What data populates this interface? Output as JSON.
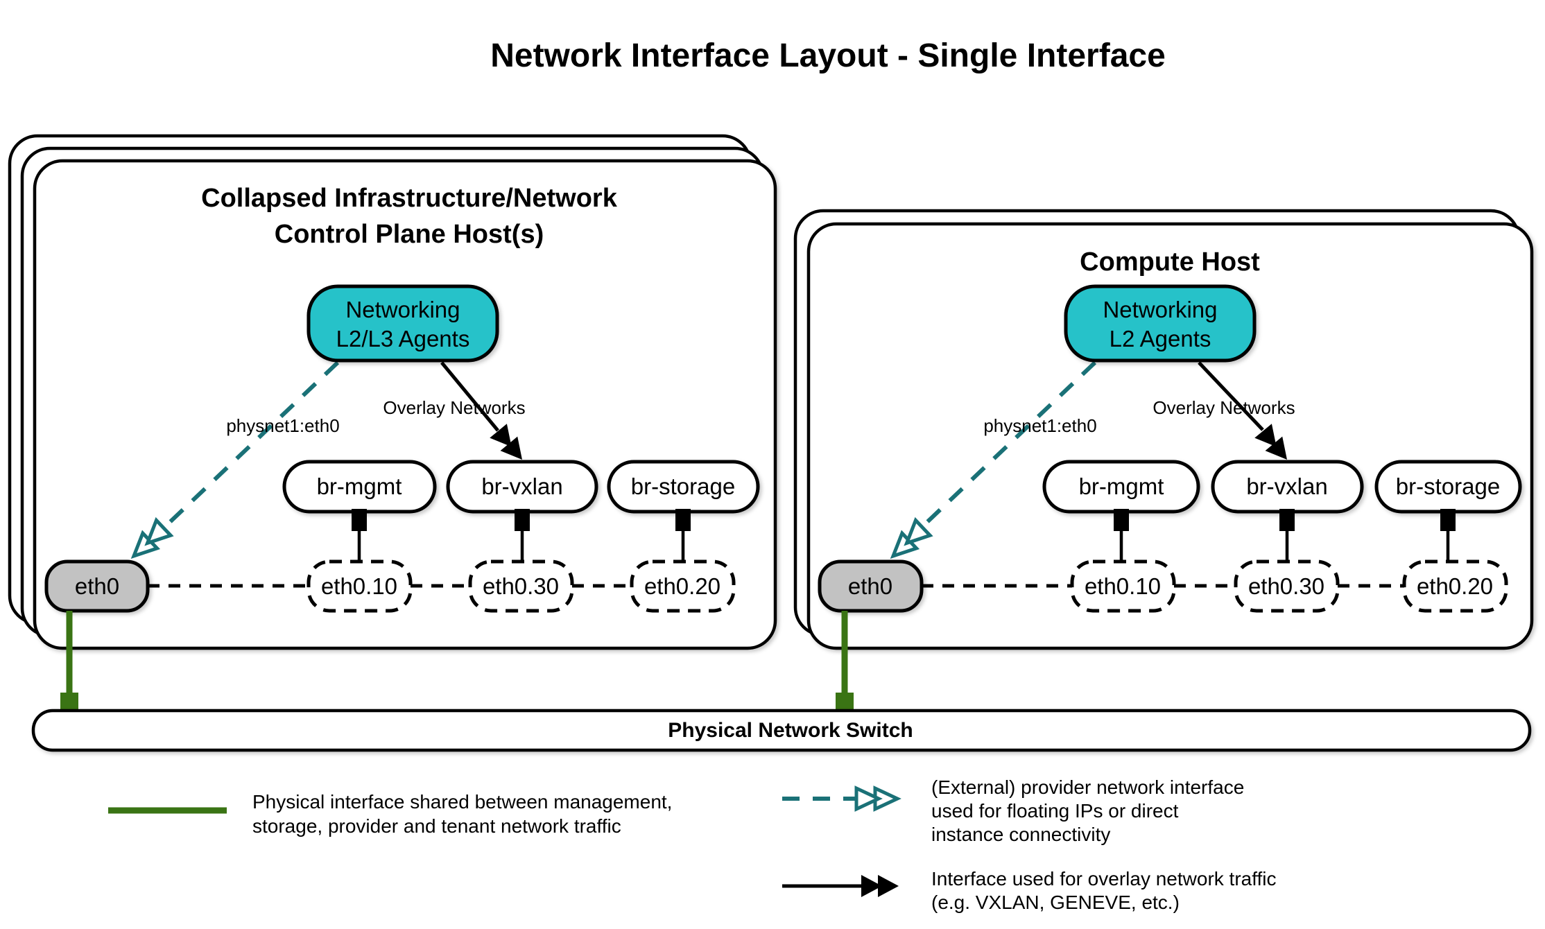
{
  "title": "Network Interface Layout - Single Interface",
  "colors": {
    "teal_fill": "#26C2C9",
    "teal_line": "#1A7177",
    "green": "#3A7414",
    "gray_fill": "#C2C2C2"
  },
  "hosts": {
    "left": {
      "title_line1": "Collapsed Infrastructure/Network",
      "title_line2": "Control Plane Host(s)",
      "agent_line1": "Networking",
      "agent_line2": "L2/L3 Agents",
      "provider_label": "physnet1:eth0",
      "overlay_label": "Overlay Networks",
      "bridges": [
        "br-mgmt",
        "br-vxlan",
        "br-storage"
      ],
      "phys_if": "eth0",
      "vlans": [
        "eth0.10",
        "eth0.30",
        "eth0.20"
      ]
    },
    "right": {
      "title_line1": "Compute Host",
      "agent_line1": "Networking",
      "agent_line2": "L2 Agents",
      "provider_label": "physnet1:eth0",
      "overlay_label": "Overlay Networks",
      "bridges": [
        "br-mgmt",
        "br-vxlan",
        "br-storage"
      ],
      "phys_if": "eth0",
      "vlans": [
        "eth0.10",
        "eth0.30",
        "eth0.20"
      ]
    }
  },
  "switch": {
    "label": "Physical Network Switch"
  },
  "legend": {
    "physical": {
      "line1": "Physical interface shared between management,",
      "line2": "storage, provider and tenant network traffic"
    },
    "provider": {
      "line1": "(External) provider network interface",
      "line2": "used for floating IPs or direct",
      "line3": "instance connectivity"
    },
    "overlay": {
      "line1": "Interface used for overlay network traffic",
      "line2": "(e.g. VXLAN, GENEVE, etc.)"
    }
  }
}
